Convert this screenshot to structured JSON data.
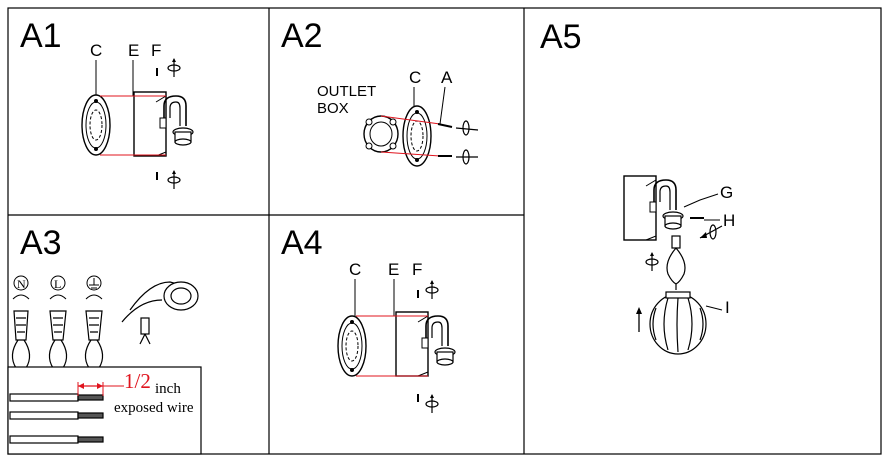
{
  "colors": {
    "line": "#000000",
    "dimension": "#e0141e",
    "background": "#ffffff"
  },
  "steps": {
    "a1": {
      "label": "A1",
      "parts": {
        "c": "C",
        "e": "E",
        "f": "F"
      }
    },
    "a2": {
      "label": "A2",
      "outlet_line1": "OUTLET",
      "outlet_line2": "BOX",
      "parts": {
        "c": "C",
        "a": "A"
      }
    },
    "a3": {
      "label": "A3",
      "wire_tags": {
        "neutral": "N",
        "live": "L"
      },
      "dimension": "1/2",
      "unit": "inch",
      "caption": "exposed wire"
    },
    "a4": {
      "label": "A4",
      "parts": {
        "c": "C",
        "e": "E",
        "f": "F"
      }
    },
    "a5": {
      "label": "A5",
      "parts": {
        "g": "G",
        "h": "H",
        "i": "I"
      }
    }
  }
}
